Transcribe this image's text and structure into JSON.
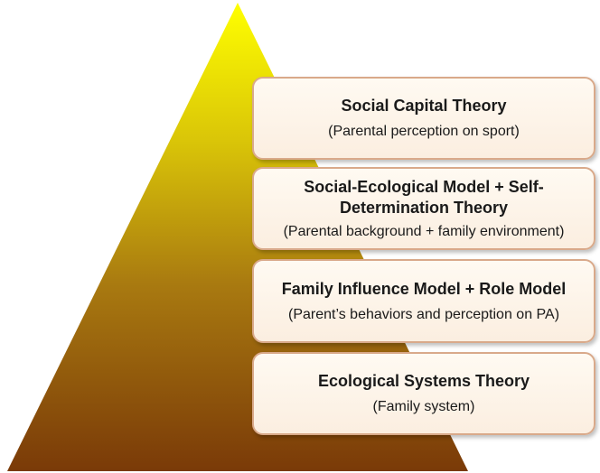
{
  "layers": [
    {
      "title": "Social Capital Theory",
      "subtitle": "(Parental perception on sport)"
    },
    {
      "title": "Social-Ecological Model + Self-Determination Theory",
      "subtitle": "(Parental background + family environment)"
    },
    {
      "title": "Family Influence Model + Role Model",
      "subtitle": "(Parent’s behaviors and perception on PA)"
    },
    {
      "title": "Ecological Systems Theory",
      "subtitle": "(Family system)"
    }
  ],
  "colors": {
    "pyramid_top": "#ffff00",
    "pyramid_bottom": "#7a3a08",
    "box_border": "#d9a98a",
    "box_fill": "#fdf3e8"
  }
}
